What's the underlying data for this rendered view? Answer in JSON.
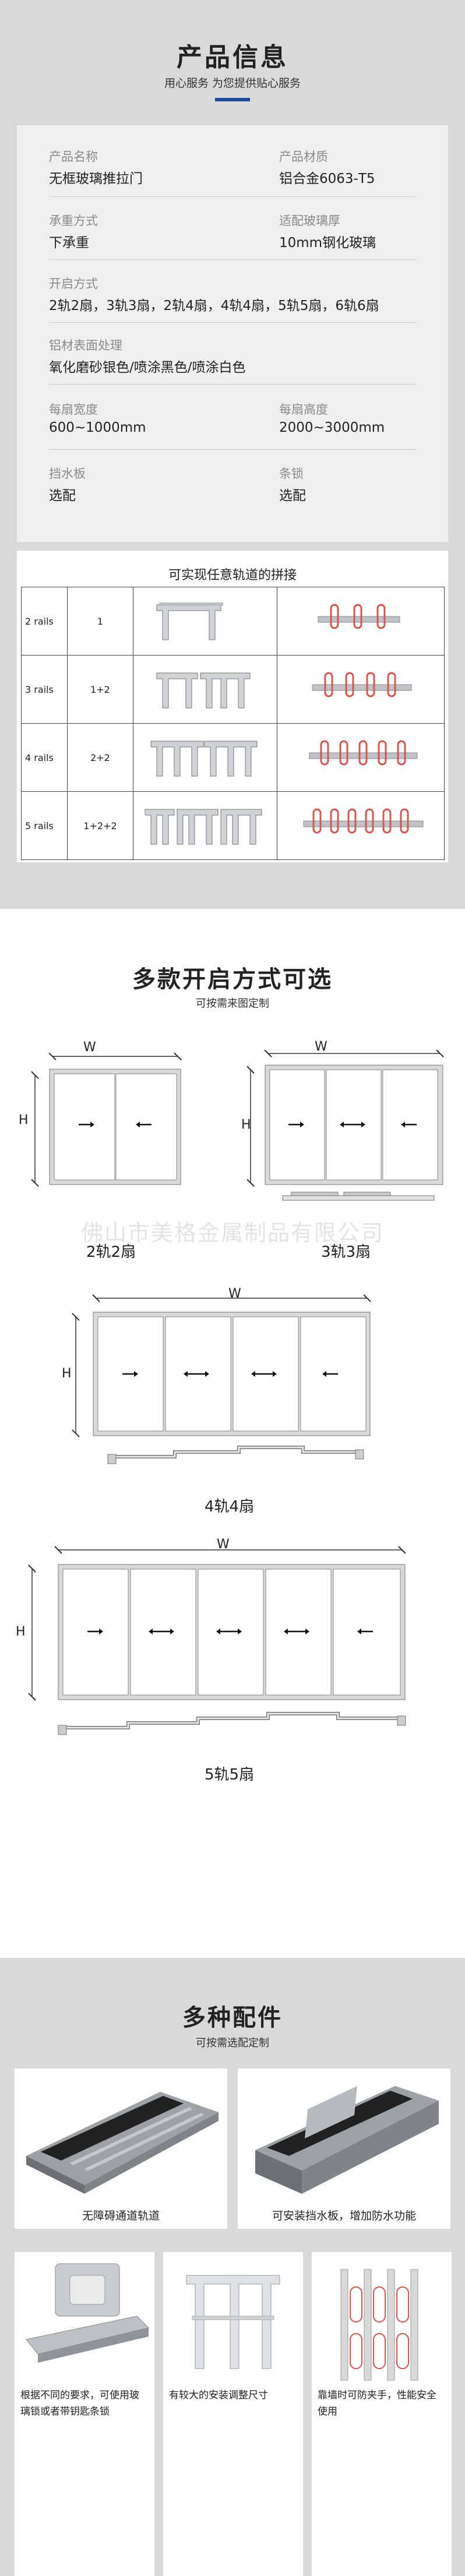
{
  "info": {
    "title": "产品信息",
    "subtitle": "用心服务  为您提供贴心服务",
    "fields": [
      {
        "label": "产品名称",
        "value": "无框玻璃推拉门"
      },
      {
        "label": "产品材质",
        "value": "铝合金6063-T5"
      },
      {
        "label": "承重方式",
        "value": "下承重"
      },
      {
        "label": "适配玻璃厚",
        "value": "10mm钢化玻璃"
      },
      {
        "label": "开启方式",
        "value": "2轨2扇，3轨3扇，2轨4扇，4轨4扇，5轨5扇，6轨6扇"
      },
      {
        "label": "铝材表面处理",
        "value": "氧化磨砂银色/喷涂黑色/喷涂白色"
      },
      {
        "label": "每扇宽度",
        "value": "600~1000mm"
      },
      {
        "label": "每扇高度",
        "value": "2000~3000mm"
      },
      {
        "label": "挡水板",
        "value": "选配"
      },
      {
        "label": "条锁",
        "value": "选配"
      }
    ]
  },
  "rails_table": {
    "title": "可实现任意轨道的拼接",
    "rows": [
      {
        "name": "2 rails",
        "combo": "1"
      },
      {
        "name": "3 rails",
        "combo": "1+2"
      },
      {
        "name": "4 rails",
        "combo": "2+2"
      },
      {
        "name": "5 rails",
        "combo": "1+2+2"
      }
    ]
  },
  "opening": {
    "title": "多款开启方式可选",
    "subtitle": "可按需来图定制",
    "watermark": "佛山市美格金属制品有限公司",
    "width_mark": "W",
    "height_mark": "H",
    "diagrams": [
      {
        "caption": "2轨2扇"
      },
      {
        "caption": "3轨3扇"
      },
      {
        "caption": "4轨4扇"
      },
      {
        "caption": "5轨5扇"
      }
    ]
  },
  "accessories": {
    "title": "多种配件",
    "subtitle": "可按需选配定制",
    "items": [
      {
        "caption": "无障碍通道轨道"
      },
      {
        "caption": "可安装挡水板，增加防水功能"
      },
      {
        "caption": "根据不同的要求，可使用玻璃锁或者带钥匙条锁"
      },
      {
        "caption": "有较大的安装调整尺寸"
      },
      {
        "caption": "靠墙时可防夹手，性能安全使用"
      }
    ]
  },
  "colors": {
    "accent": "#1e4a9a",
    "section_bg": "#d9d9d9",
    "card_bg": "#efefef",
    "lock_red": "#d9534f"
  }
}
